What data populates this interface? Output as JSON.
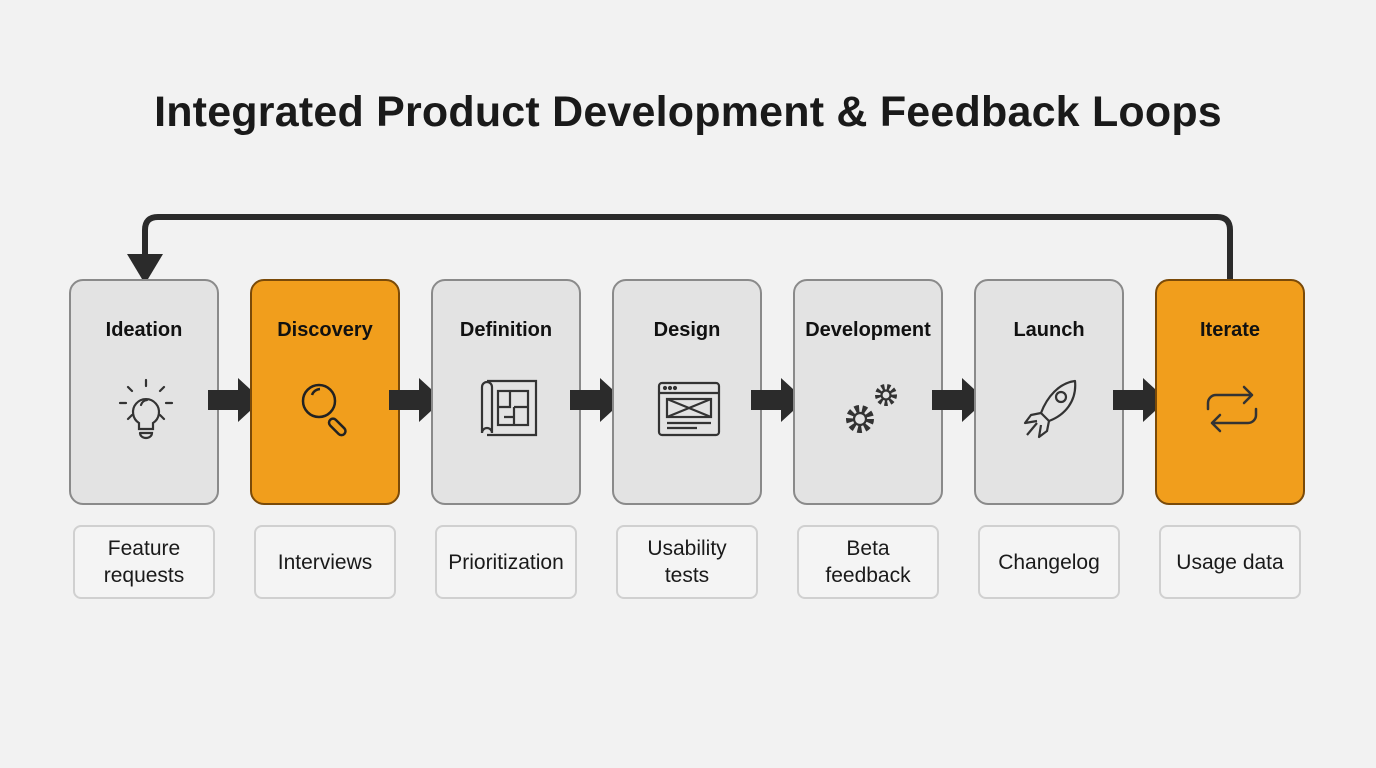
{
  "title": "Integrated Product Development & Feedback Loops",
  "stages": [
    {
      "label": "Ideation",
      "note": "Feature\nrequests",
      "icon": "lightbulb-icon",
      "highlight": false
    },
    {
      "label": "Discovery",
      "note": "Interviews",
      "icon": "magnifier-icon",
      "highlight": true
    },
    {
      "label": "Definition",
      "note": "Prioritization",
      "icon": "blueprint-icon",
      "highlight": false
    },
    {
      "label": "Design",
      "note": "Usability\ntests",
      "icon": "wireframe-icon",
      "highlight": false
    },
    {
      "label": "Development",
      "note": "Beta\nfeedback",
      "icon": "gears-icon",
      "highlight": false
    },
    {
      "label": "Launch",
      "note": "Changelog",
      "icon": "rocket-icon",
      "highlight": false
    },
    {
      "label": "Iterate",
      "note": "Usage data",
      "icon": "cycle-icon",
      "highlight": true
    }
  ],
  "colors": {
    "highlight": "#f19e1c",
    "neutral": "#e3e3e3",
    "arrow": "#2b2b2b"
  }
}
